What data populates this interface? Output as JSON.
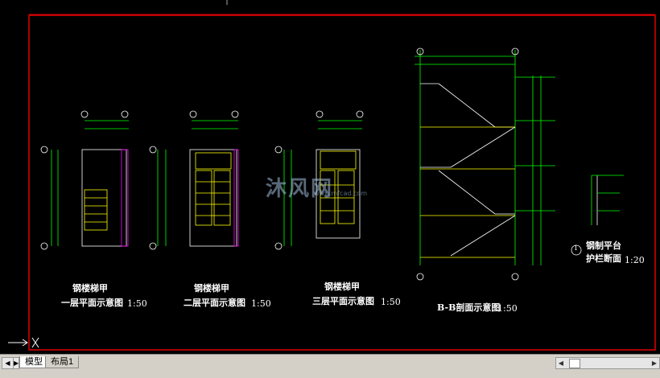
{
  "colors": {
    "border": "#e00000",
    "line": "#ffffff",
    "yellow": "#ffff00",
    "green": "#00ff00",
    "cyan": "#00ffff",
    "magenta": "#ff00ff"
  },
  "drawings": [
    {
      "title": "钢楼梯甲",
      "subtitle": "一层平面示意图",
      "scale": "1:50"
    },
    {
      "title": "钢楼梯甲",
      "subtitle": "二层平面示意图",
      "scale": "1:50"
    },
    {
      "title": "钢楼梯甲",
      "subtitle": "三层平面示意图",
      "scale": "1:50"
    },
    {
      "title": "B-B剖面示意图",
      "subtitle": "",
      "scale": "1:50"
    },
    {
      "title": "钢制平台",
      "subtitle": "护栏断面",
      "scale": "1:20",
      "number": "1"
    }
  ],
  "watermark": {
    "text": "沐风网",
    "url": "www.mfcad.com"
  },
  "tabs": {
    "model": "模型",
    "layout1": "布局1"
  },
  "icons": {
    "ucs": "ucs-axis-icon",
    "prev": "tab-prev-icon",
    "next": "tab-next-icon"
  }
}
